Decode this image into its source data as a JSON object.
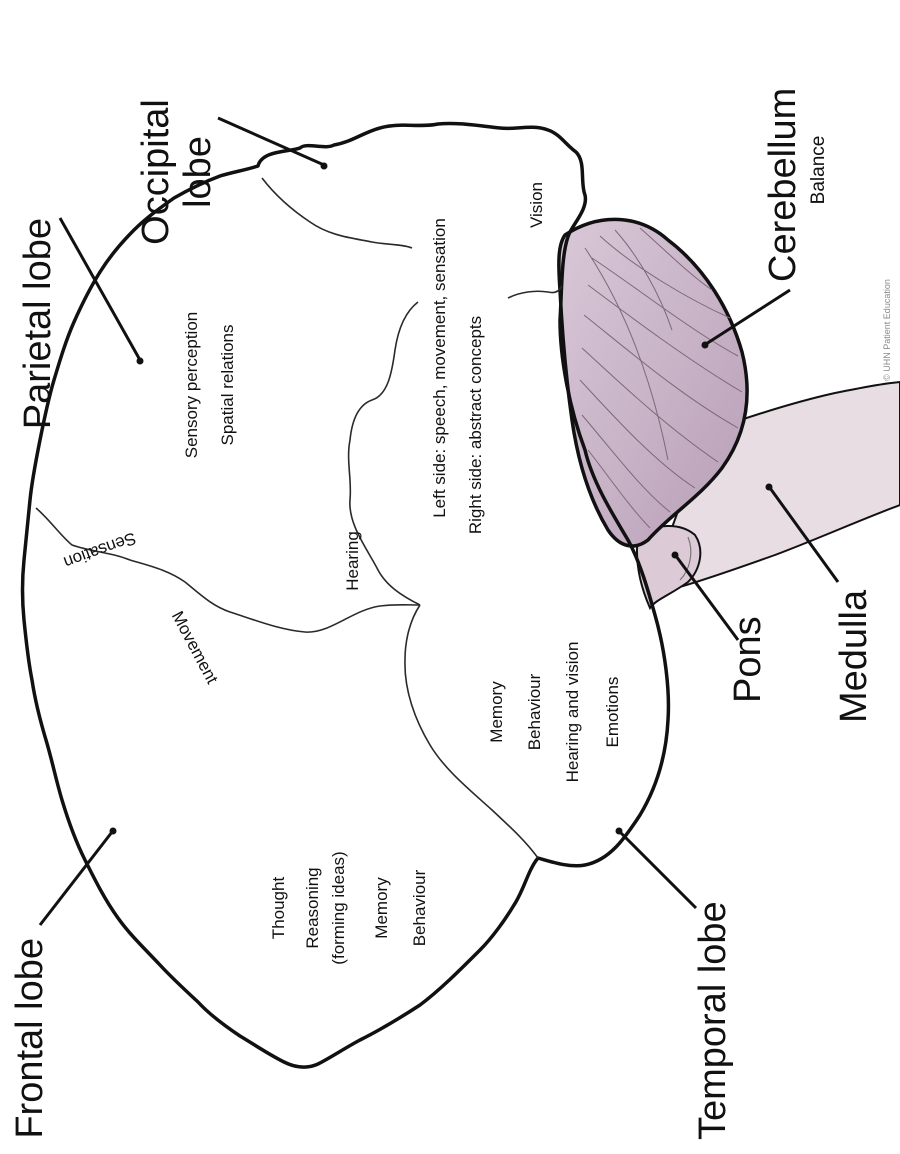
{
  "labels": {
    "parietal_lobe": "Parietal lobe",
    "occipital_lobe_line1": "Occipital",
    "occipital_lobe_line2": "lobe",
    "cerebellum": "Cerebellum",
    "balance": "Balance",
    "frontal_lobe": "Frontal lobe",
    "temporal_lobe": "Temporal lobe",
    "pons": "Pons",
    "medulla": "Medulla",
    "credit": "© UHN Patient Education"
  },
  "functions": {
    "parietal": [
      "Sensory perception",
      "Spatial relations"
    ],
    "sensation": "Sensation",
    "movement": "Movement",
    "hearing": "Hearing",
    "vision": "Vision",
    "speech": [
      "Left side: speech, movement, sensation",
      "Right side: abstract concepts"
    ],
    "temporal": [
      "Memory",
      "Behaviour",
      "Hearing and vision",
      "Emotions"
    ],
    "frontal": [
      "Thought",
      "Reasoning",
      "(forming ideas)",
      "Memory",
      "Behaviour"
    ]
  },
  "colors": {
    "brain_fill": "#f3e4ec",
    "brain_fill_blue": "#e3e0f2",
    "cerebellum_fill": "#cdb7cb",
    "stem_fill": "#e6dbe2",
    "outline": "#111111"
  }
}
